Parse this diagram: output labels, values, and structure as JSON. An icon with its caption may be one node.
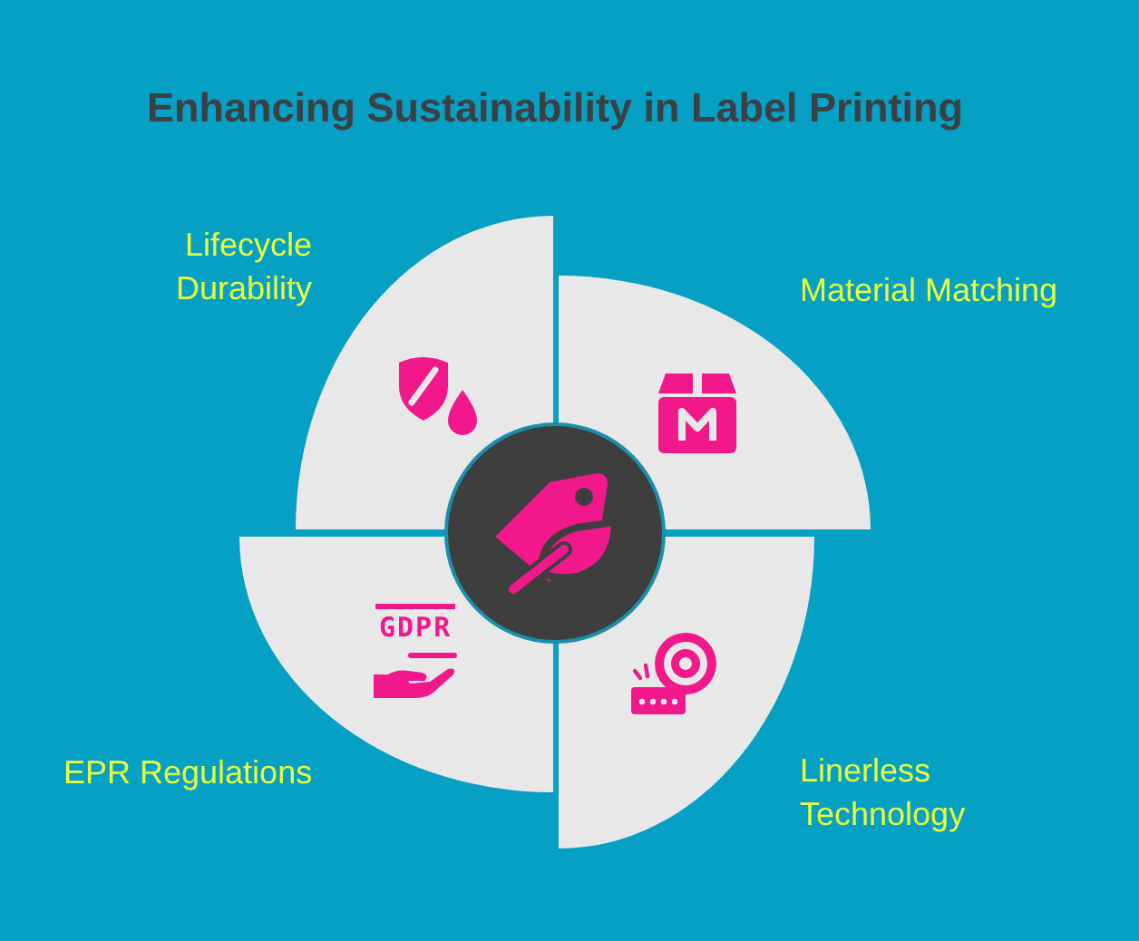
{
  "diagram": {
    "title": "Enhancing Sustainability in Label Printing",
    "nodes": [
      {
        "text": [
          "Lifecycle Durability"
        ]
      },
      {
        "text": [
          "Material Matching"
        ]
      },
      {
        "text": [],
        "shape": "circle"
      },
      {
        "text": [
          "EPR Regulations"
        ]
      },
      {
        "text": [
          "Linerless Technology"
        ]
      }
    ],
    "labels": [
      "GDPR"
    ]
  }
}
